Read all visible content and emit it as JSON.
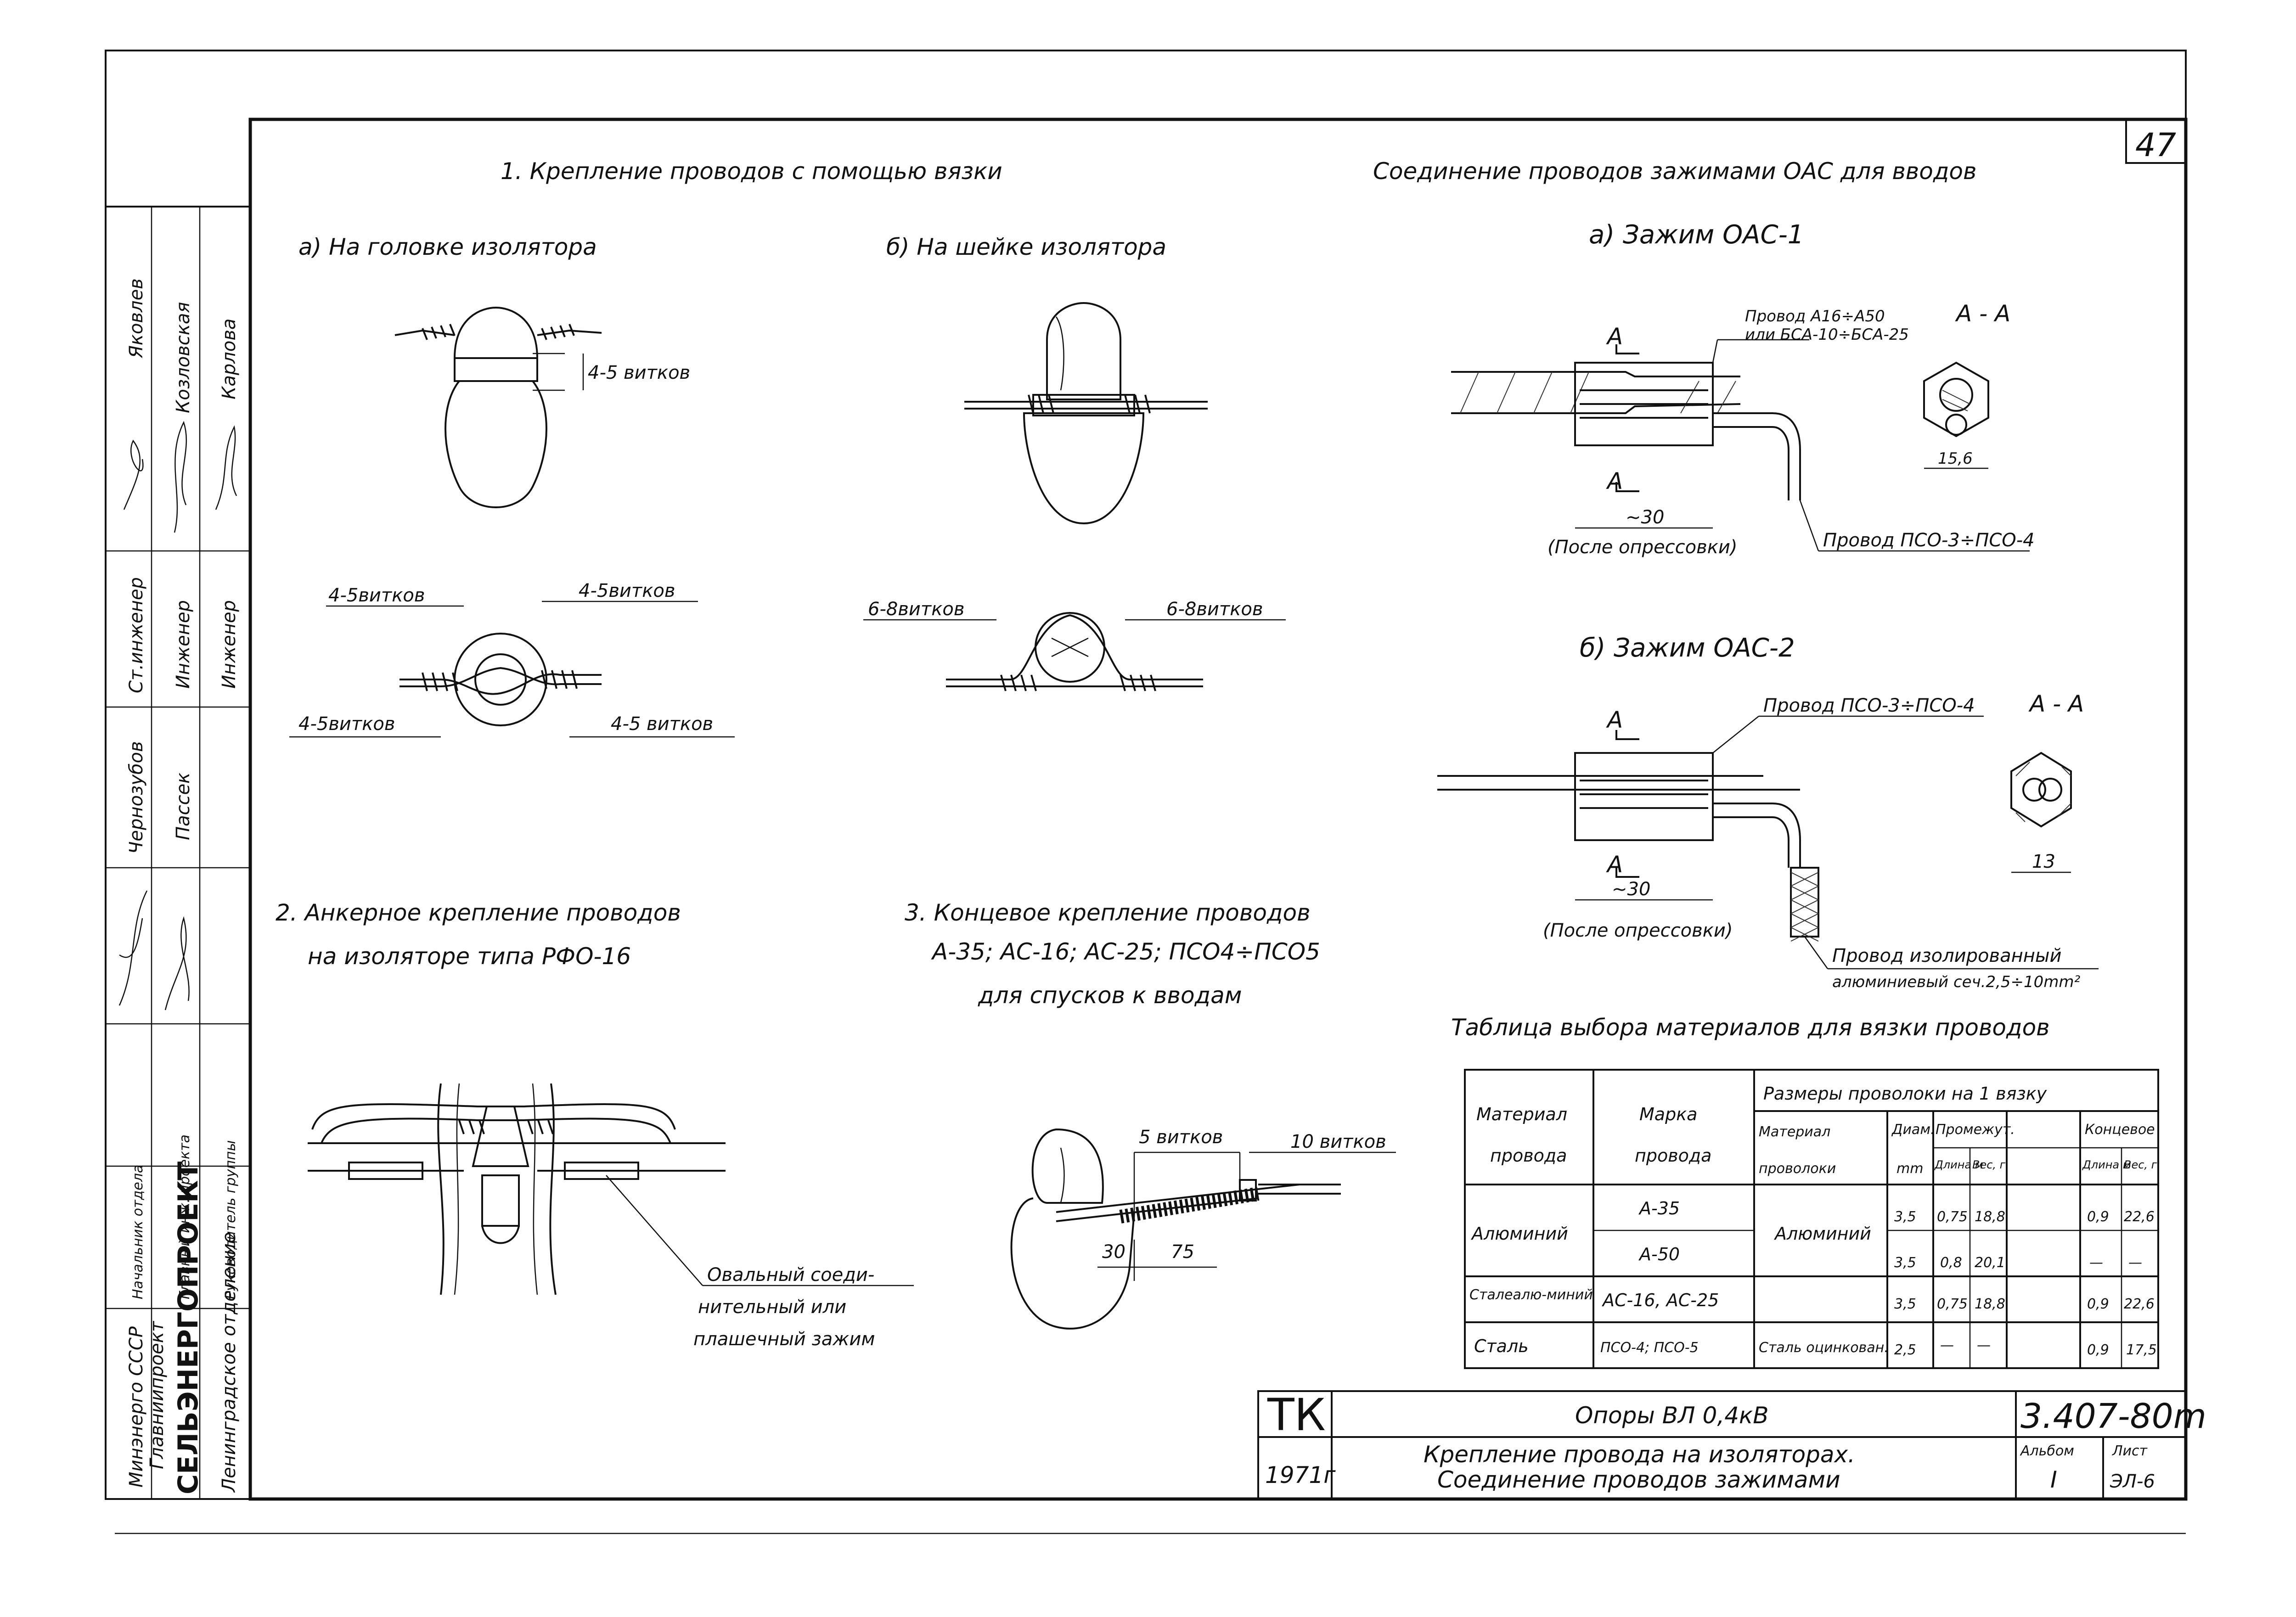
{
  "sheet": {
    "number": "47",
    "title_1": "1. Крепление проводов с помощью вязки",
    "title_1a": "а) На головке изолятора",
    "title_1b": "б) На шейке изолятора",
    "title_2_line1": "2. Анкерное крепление проводов",
    "title_2_line2": "на изоляторе типа РФО-16",
    "title_3_line1": "3. Концевое крепление проводов",
    "title_3_line2": "А-35; АС-16; АС-25; ПСО4÷ПСО5",
    "title_3_line3": "для спусков к вводам",
    "title_r": "Соединение проводов зажимами ОАС для вводов",
    "title_ra": "а) Зажим ОАС-1",
    "title_rb": "б) Зажим ОАС-2"
  },
  "labels": {
    "turns_4_5": "4-5 витков",
    "turns_4_5_b": "4-5витков",
    "turns_6_8": "6-8витков",
    "turns_5": "5 витков",
    "turns_10": "10 витков",
    "dim_30": "30",
    "dim_75": "75",
    "oval_clamp_1": "Овальный соеди-",
    "oval_clamp_2": "нительный или",
    "oval_clamp_3": "плашечный зажим",
    "sec_a": "А",
    "sec_aa": "А - А",
    "wire_a_1": "Провод А16÷А50",
    "wire_a_2": "или БСА-10÷БСА-25",
    "wire_pso": "Провод ПСО-3÷ПСО-4",
    "wire_pso_b": "Провод ПСО-3÷ПСО-4",
    "after_press": "(После опрессовки)",
    "approx_30": "~30",
    "dim_15_6": "15,6",
    "dim_13": "13",
    "wire_ins_1": "Провод изолированный",
    "wire_ins_2": "алюминиевый сеч.2,5÷10mm²"
  },
  "table": {
    "title": "Таблица выбора материалов для вязки проводов",
    "head": {
      "col1_1": "Материал",
      "col1_2": "провода",
      "col2_1": "Марка",
      "col2_2": "провода",
      "group": "Размеры проволоки на 1 вязку",
      "col3_1": "Материал",
      "col3_2": "проволоки",
      "col4_1": "Диам.",
      "col4_2": "mm",
      "col5": "Промежут.",
      "col5a": "Длина м",
      "col5b": "Вес, г",
      "col6": "Концевое",
      "col6a": "Длина м",
      "col6b": "Вес, г"
    },
    "rows": [
      {
        "material": "Алюминий",
        "mark": "А-35",
        "wire": "Алюминий",
        "d": "3,5",
        "l1": "0,75",
        "w1": "18,8",
        "l2": "0,9",
        "w2": "22,6"
      },
      {
        "material": "",
        "mark": "А-50",
        "wire": "",
        "d": "3,5",
        "l1": "0,8",
        "w1": "20,1",
        "l2": "—",
        "w2": "—"
      },
      {
        "material": "Сталеалю-миний",
        "mark": "АС-16, АС-25",
        "wire": "",
        "d": "3,5",
        "l1": "0,75",
        "w1": "18,8",
        "l2": "0,9",
        "w2": "22,6"
      },
      {
        "material": "Сталь",
        "mark": "ПСО-4; ПСО-5",
        "wire": "Сталь оцинкован.",
        "d": "2,5",
        "l1": "—",
        "w1": "—",
        "l2": "0,9",
        "w2": "17,5"
      }
    ]
  },
  "stamp": {
    "tk": "ТК",
    "year": "1971г",
    "title": "Опоры ВЛ 0,4кВ",
    "desc_1": "Крепление провода на изоляторах.",
    "desc_2": "Соединение проводов зажимами",
    "code": "3.407-80m",
    "album_label": "Альбом",
    "album": "I",
    "sheet_label": "Лист",
    "sheet": "ЭЛ-6"
  },
  "side": {
    "org_1": "Минэнерго СССР",
    "org_2": "Главниипроект",
    "org_3": "СЕЛЬЭНЕРГОПРОЕКТ",
    "org_4": "Ленинградское отделение",
    "role_1": "Начальник отдела",
    "role_2": "Главный инж. проекта",
    "role_3": "Руководитель группы",
    "role_4": "Ст.инженер",
    "role_5": "Инженер",
    "role_6": "Инженер",
    "name_1": "Яковлев",
    "name_2": "Козловская",
    "name_3": "Карлова",
    "name_4": "Чернозубов",
    "name_5": "Пассек"
  }
}
